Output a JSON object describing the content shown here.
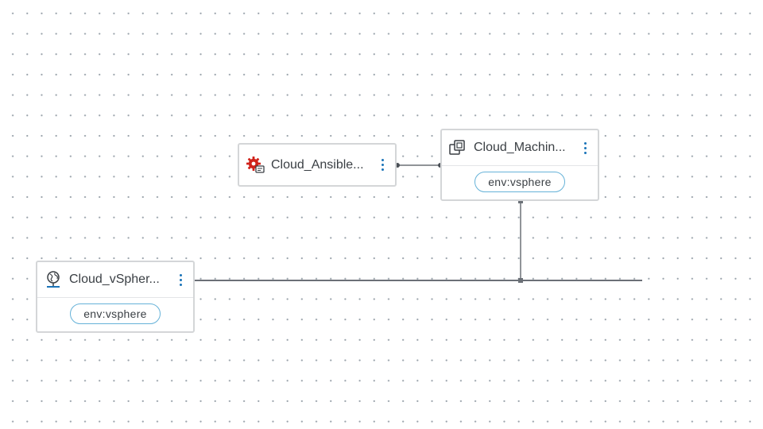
{
  "canvas": {
    "nodes": [
      {
        "id": "ansible",
        "title": "Cloud_Ansible...",
        "icon": "ansible-gear-icon",
        "tags": []
      },
      {
        "id": "machine",
        "title": "Cloud_Machin...",
        "icon": "machine-icon",
        "tags": [
          "env:vsphere"
        ]
      },
      {
        "id": "network",
        "title": "Cloud_vSpher...",
        "icon": "network-globe-icon",
        "tags": [
          "env:vsphere"
        ]
      }
    ]
  },
  "colors": {
    "accent": "#1a73b8",
    "ansible_red": "#d0231b",
    "connector": "#6b7077",
    "tag_border": "#66b2d8",
    "node_border": "#d4d6d8"
  }
}
